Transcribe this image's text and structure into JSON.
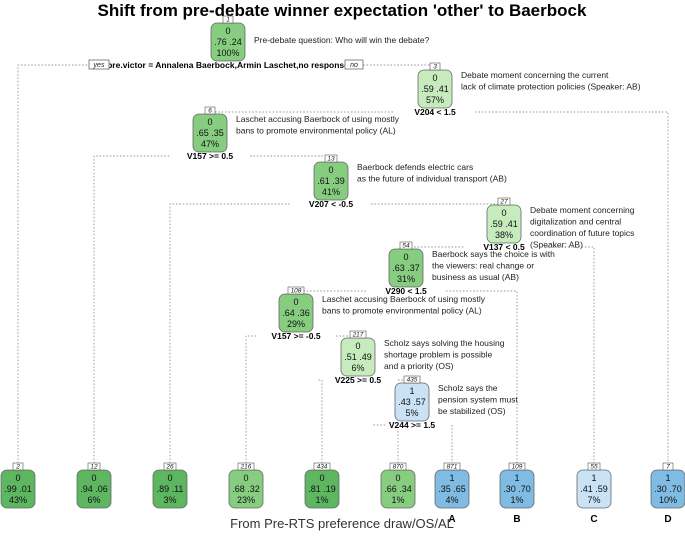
{
  "title": "Shift from pre-debate winner expectation 'other' to Baerbock",
  "footer": "From Pre-RTS preference draw/OS/AL",
  "yes_label": "yes",
  "no_label": "no",
  "colors": {
    "g_dark": "#5db660",
    "g_mid": "#86cd80",
    "g_light": "#c6ebbd",
    "b_dark": "#7fbbe3",
    "b_light": "#c9e2f6",
    "border": "#666666"
  },
  "nodes": [
    {
      "key": "n1",
      "id": "1",
      "cls": "0",
      "probs": ".76 .24",
      "pct": "100%",
      "color": "g_mid"
    },
    {
      "key": "n3",
      "id": "3",
      "cls": "0",
      "probs": ".59 .41",
      "pct": "57%",
      "color": "g_light"
    },
    {
      "key": "n6",
      "id": "6",
      "cls": "0",
      "probs": ".65 .35",
      "pct": "47%",
      "color": "g_mid"
    },
    {
      "key": "n13",
      "id": "13",
      "cls": "0",
      "probs": ".61 .39",
      "pct": "41%",
      "color": "g_mid"
    },
    {
      "key": "n27",
      "id": "27",
      "cls": "0",
      "probs": ".59 .41",
      "pct": "38%",
      "color": "g_light"
    },
    {
      "key": "n54",
      "id": "54",
      "cls": "0",
      "probs": ".63 .37",
      "pct": "31%",
      "color": "g_mid"
    },
    {
      "key": "n108",
      "id": "108",
      "cls": "0",
      "probs": ".64 .36",
      "pct": "29%",
      "color": "g_mid"
    },
    {
      "key": "n217",
      "id": "217",
      "cls": "0",
      "probs": ".51 .49",
      "pct": "6%",
      "color": "g_light"
    },
    {
      "key": "n435",
      "id": "435",
      "cls": "1",
      "probs": ".43 .57",
      "pct": "5%",
      "color": "b_light"
    },
    {
      "key": "l2",
      "id": "2",
      "cls": "0",
      "probs": ".99 .01",
      "pct": "43%",
      "color": "g_dark"
    },
    {
      "key": "l12",
      "id": "12",
      "cls": "0",
      "probs": ".94 .06",
      "pct": "6%",
      "color": "g_dark"
    },
    {
      "key": "l26",
      "id": "26",
      "cls": "0",
      "probs": ".89 .11",
      "pct": "3%",
      "color": "g_dark"
    },
    {
      "key": "l216",
      "id": "216",
      "cls": "0",
      "probs": ".68 .32",
      "pct": "23%",
      "color": "g_mid"
    },
    {
      "key": "l434",
      "id": "434",
      "cls": "0",
      "probs": ".81 .19",
      "pct": "1%",
      "color": "g_dark"
    },
    {
      "key": "l870",
      "id": "870",
      "cls": "0",
      "probs": ".66 .34",
      "pct": "1%",
      "color": "g_mid"
    },
    {
      "key": "l871",
      "id": "871",
      "cls": "1",
      "probs": ".35 .65",
      "pct": "4%",
      "color": "b_dark",
      "label": "A"
    },
    {
      "key": "l109",
      "id": "109",
      "cls": "1",
      "probs": ".30 .70",
      "pct": "1%",
      "color": "b_dark",
      "label": "B"
    },
    {
      "key": "l55",
      "id": "55",
      "cls": "1",
      "probs": ".41 .59",
      "pct": "7%",
      "color": "b_light",
      "label": "C"
    },
    {
      "key": "l7",
      "id": "7",
      "cls": "1",
      "probs": ".30 .70",
      "pct": "10%",
      "color": "b_dark",
      "label": "D"
    }
  ],
  "splits": [
    {
      "key": "n1",
      "text": "pre.victor = Annalena Baerbock,Armin Laschet,no response"
    },
    {
      "key": "n3",
      "text": "V204 < 1.5"
    },
    {
      "key": "n6",
      "text": "V157 >= 0.5"
    },
    {
      "key": "n13",
      "text": "V207 < -0.5"
    },
    {
      "key": "n27",
      "text": "V137 < 0.5"
    },
    {
      "key": "n54",
      "text": "V290 < 1.5"
    },
    {
      "key": "n108",
      "text": "V157 >= -0.5"
    },
    {
      "key": "n217",
      "text": "V225 >= 0.5"
    },
    {
      "key": "n435",
      "text": "V244 >= 1.5"
    }
  ],
  "annotations": [
    {
      "key": "n1",
      "lines": [
        "Pre-debate question: Who will win the debate?"
      ]
    },
    {
      "key": "n3",
      "lines": [
        "Debate moment concerning the current",
        "lack of climate protection policies (Speaker: AB)"
      ]
    },
    {
      "key": "n6",
      "lines": [
        "Laschet accusing Baerbock of using mostly",
        "bans to promote environmental policy (AL)"
      ]
    },
    {
      "key": "n13",
      "lines": [
        "Baerbock defends electric cars",
        "as the future of individual transport (AB)"
      ]
    },
    {
      "key": "n27",
      "lines": [
        "Debate moment concerning",
        "digitalization and central",
        "coordination of future topics",
        "(Speaker: AB)"
      ]
    },
    {
      "key": "n54",
      "lines": [
        "Baerbock says the choice is with",
        "the viewers: real change or",
        "business as usual (AB)"
      ]
    },
    {
      "key": "n108",
      "lines": [
        "Laschet accusing Baerbock of using mostly",
        "bans to promote environmental policy (AL)"
      ]
    },
    {
      "key": "n217",
      "lines": [
        "Scholz says solving the housing",
        "shortage problem is possible",
        "and a priority (OS)"
      ]
    },
    {
      "key": "n435",
      "lines": [
        "Scholz says the",
        "pension system must",
        "be stabilized (OS)"
      ]
    }
  ]
}
